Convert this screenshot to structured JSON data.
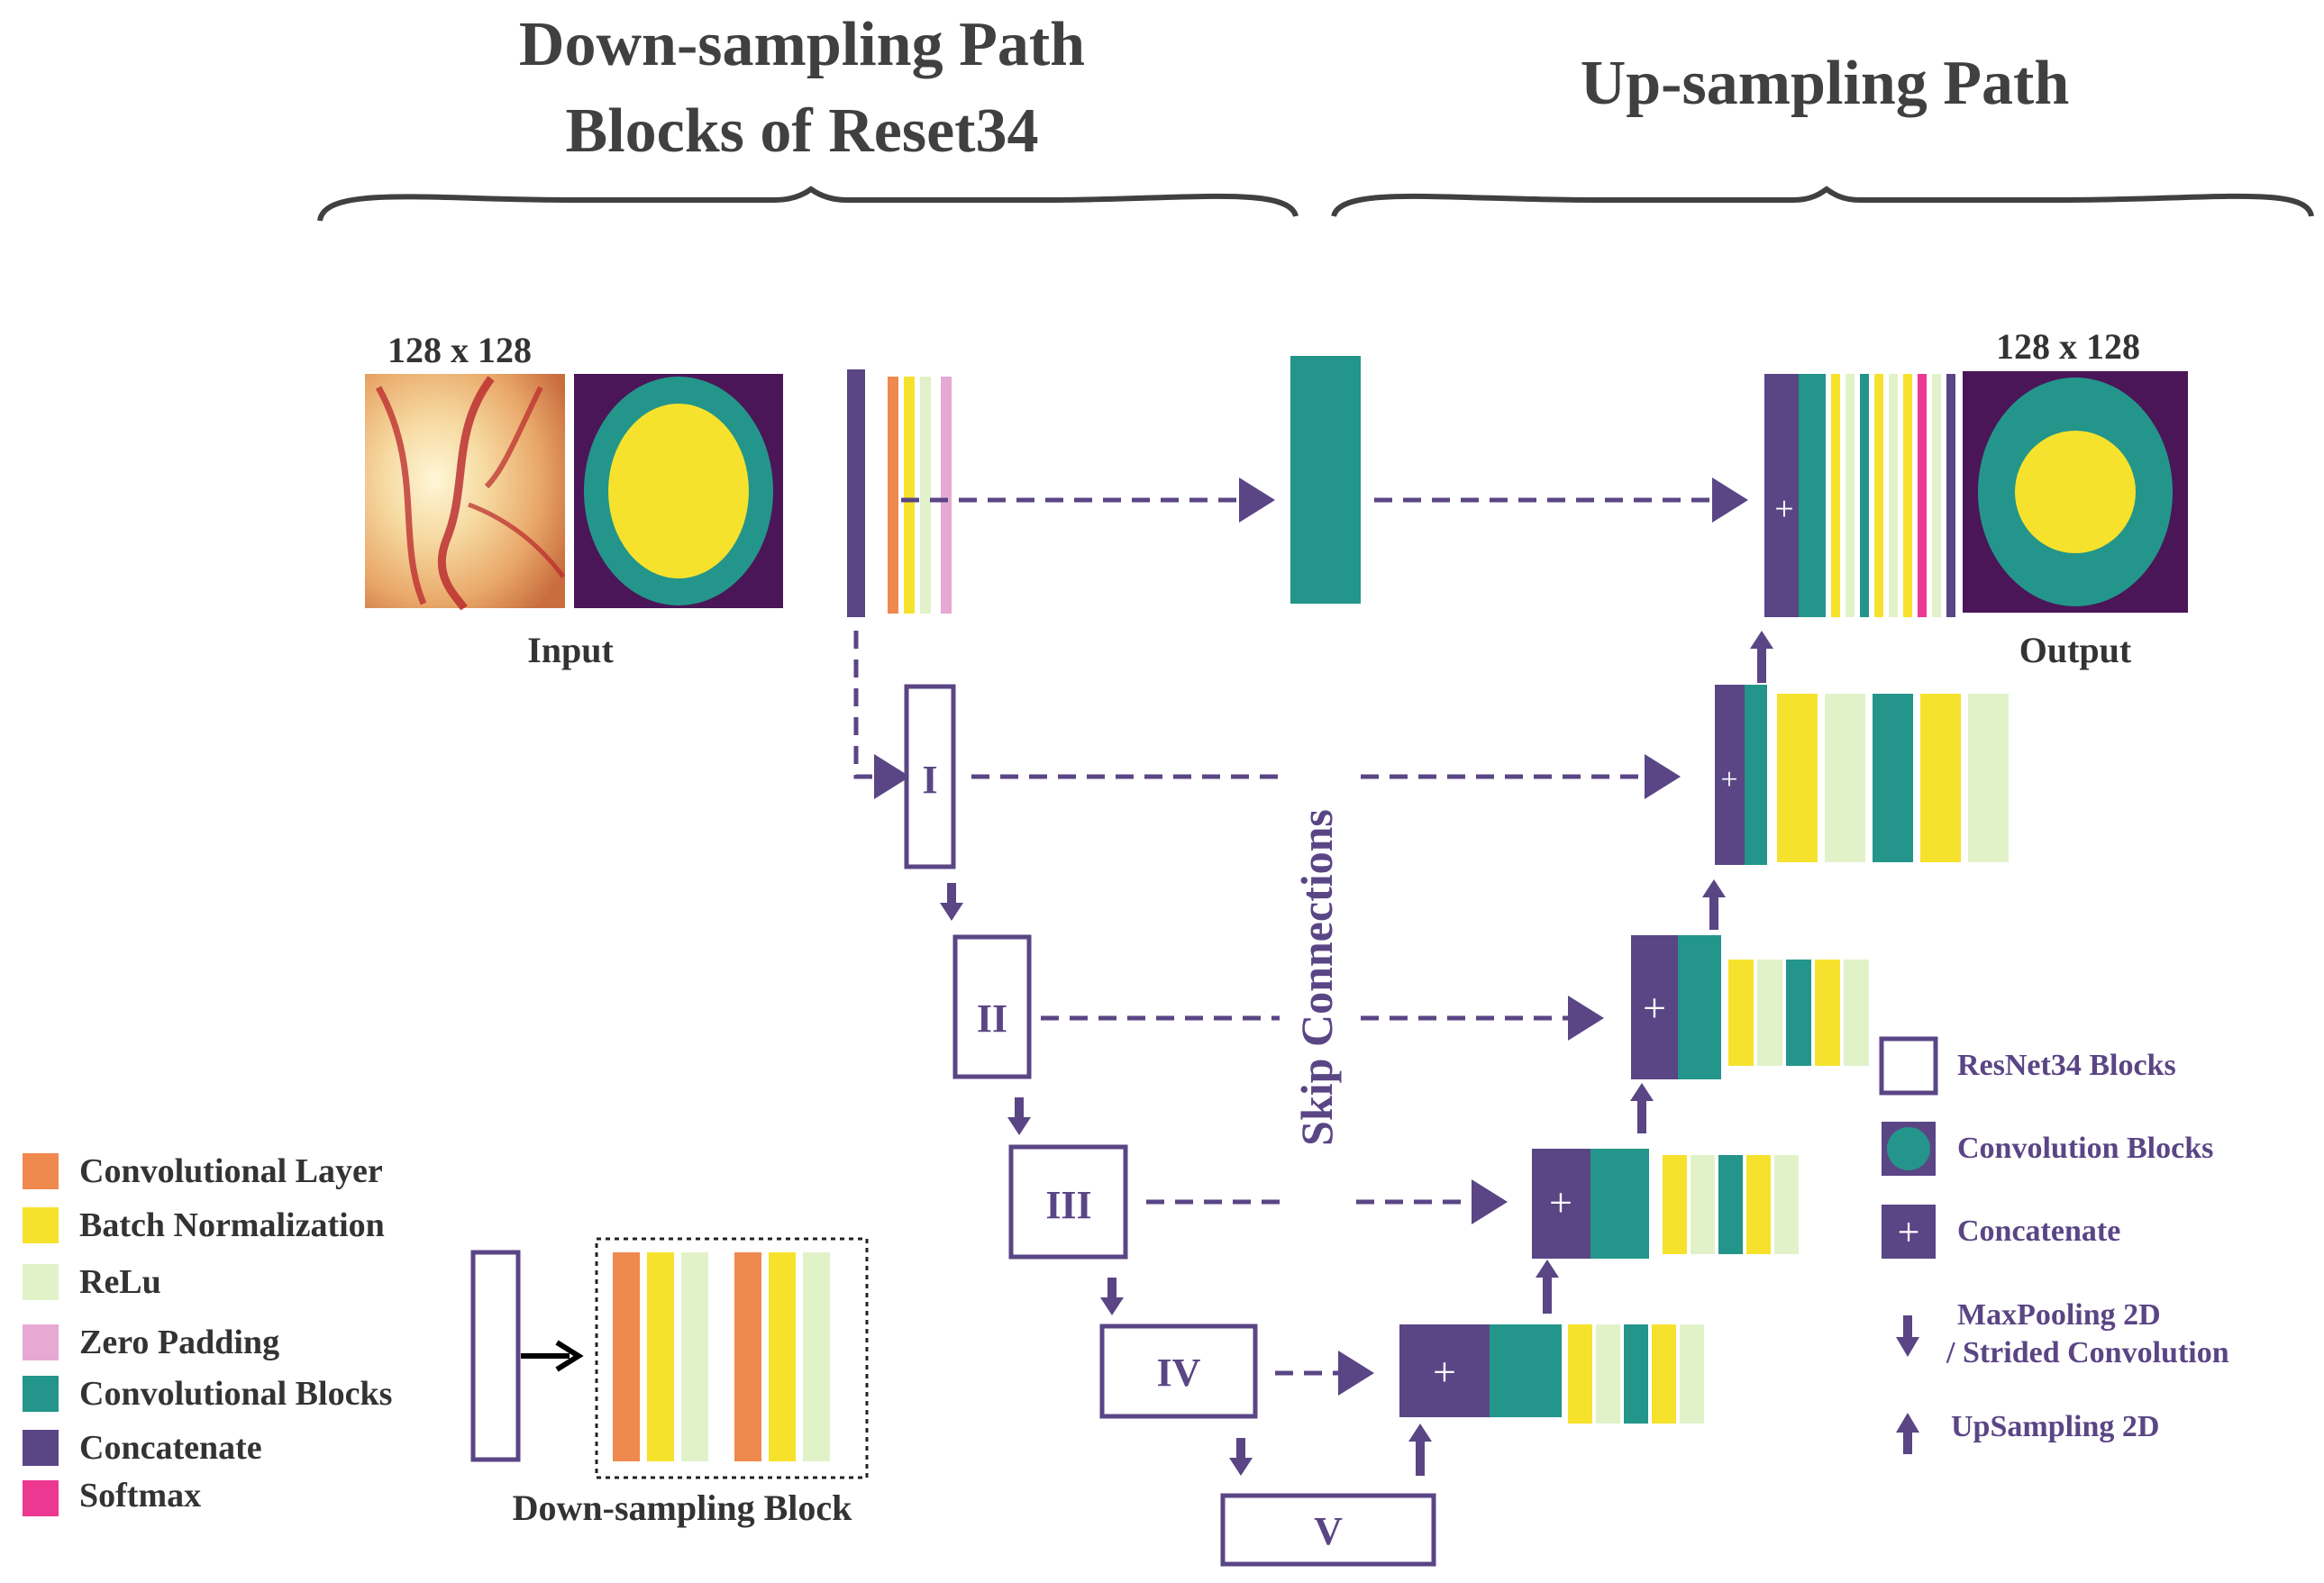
{
  "headings": {
    "down_line1": "Down-sampling Path",
    "down_line2": "Blocks of Reset34",
    "up": "Up-sampling Path"
  },
  "io": {
    "input_size": "128 x 128",
    "input_label": "Input",
    "output_size": "128 x 128",
    "output_label": "Output"
  },
  "encoder_blocks": [
    "I",
    "II",
    "III",
    "IV",
    "V"
  ],
  "skip_label": "Skip Connections",
  "concat_symbol": "+",
  "down_block_label": "Down-sampling Block",
  "legend_left": [
    {
      "label": "Convolutional Layer",
      "color": "#f0894e"
    },
    {
      "label": "Batch Normalization",
      "color": "#f6e22c"
    },
    {
      "label": "ReLu",
      "color": "#e1f2c9"
    },
    {
      "label": "Zero Padding",
      "color": "#e6a9d3"
    },
    {
      "label": "Convolutional Blocks",
      "color": "#24958a"
    },
    {
      "label": "Concatenate",
      "color": "#5a4585"
    },
    {
      "label": "Softmax",
      "color": "#ec3890"
    }
  ],
  "legend_right": {
    "resnet": "ResNet34 Blocks",
    "convolution": "Convolution Blocks",
    "concatenate": "Concatenate",
    "maxpool_line1": "MaxPooling 2D",
    "maxpool_line2": "/ Strided Convolution",
    "upsampling": "UpSampling 2D"
  },
  "colors": {
    "conv": "#f0894e",
    "bn": "#f6e22c",
    "relu": "#e1f2c9",
    "zeropad": "#e6a9d3",
    "convblock": "#24958a",
    "concat": "#5a4585",
    "softmax": "#ec3890",
    "mask_background": "#4a1658",
    "disc": "#f6e22c",
    "cup_ring": "#24958a"
  }
}
